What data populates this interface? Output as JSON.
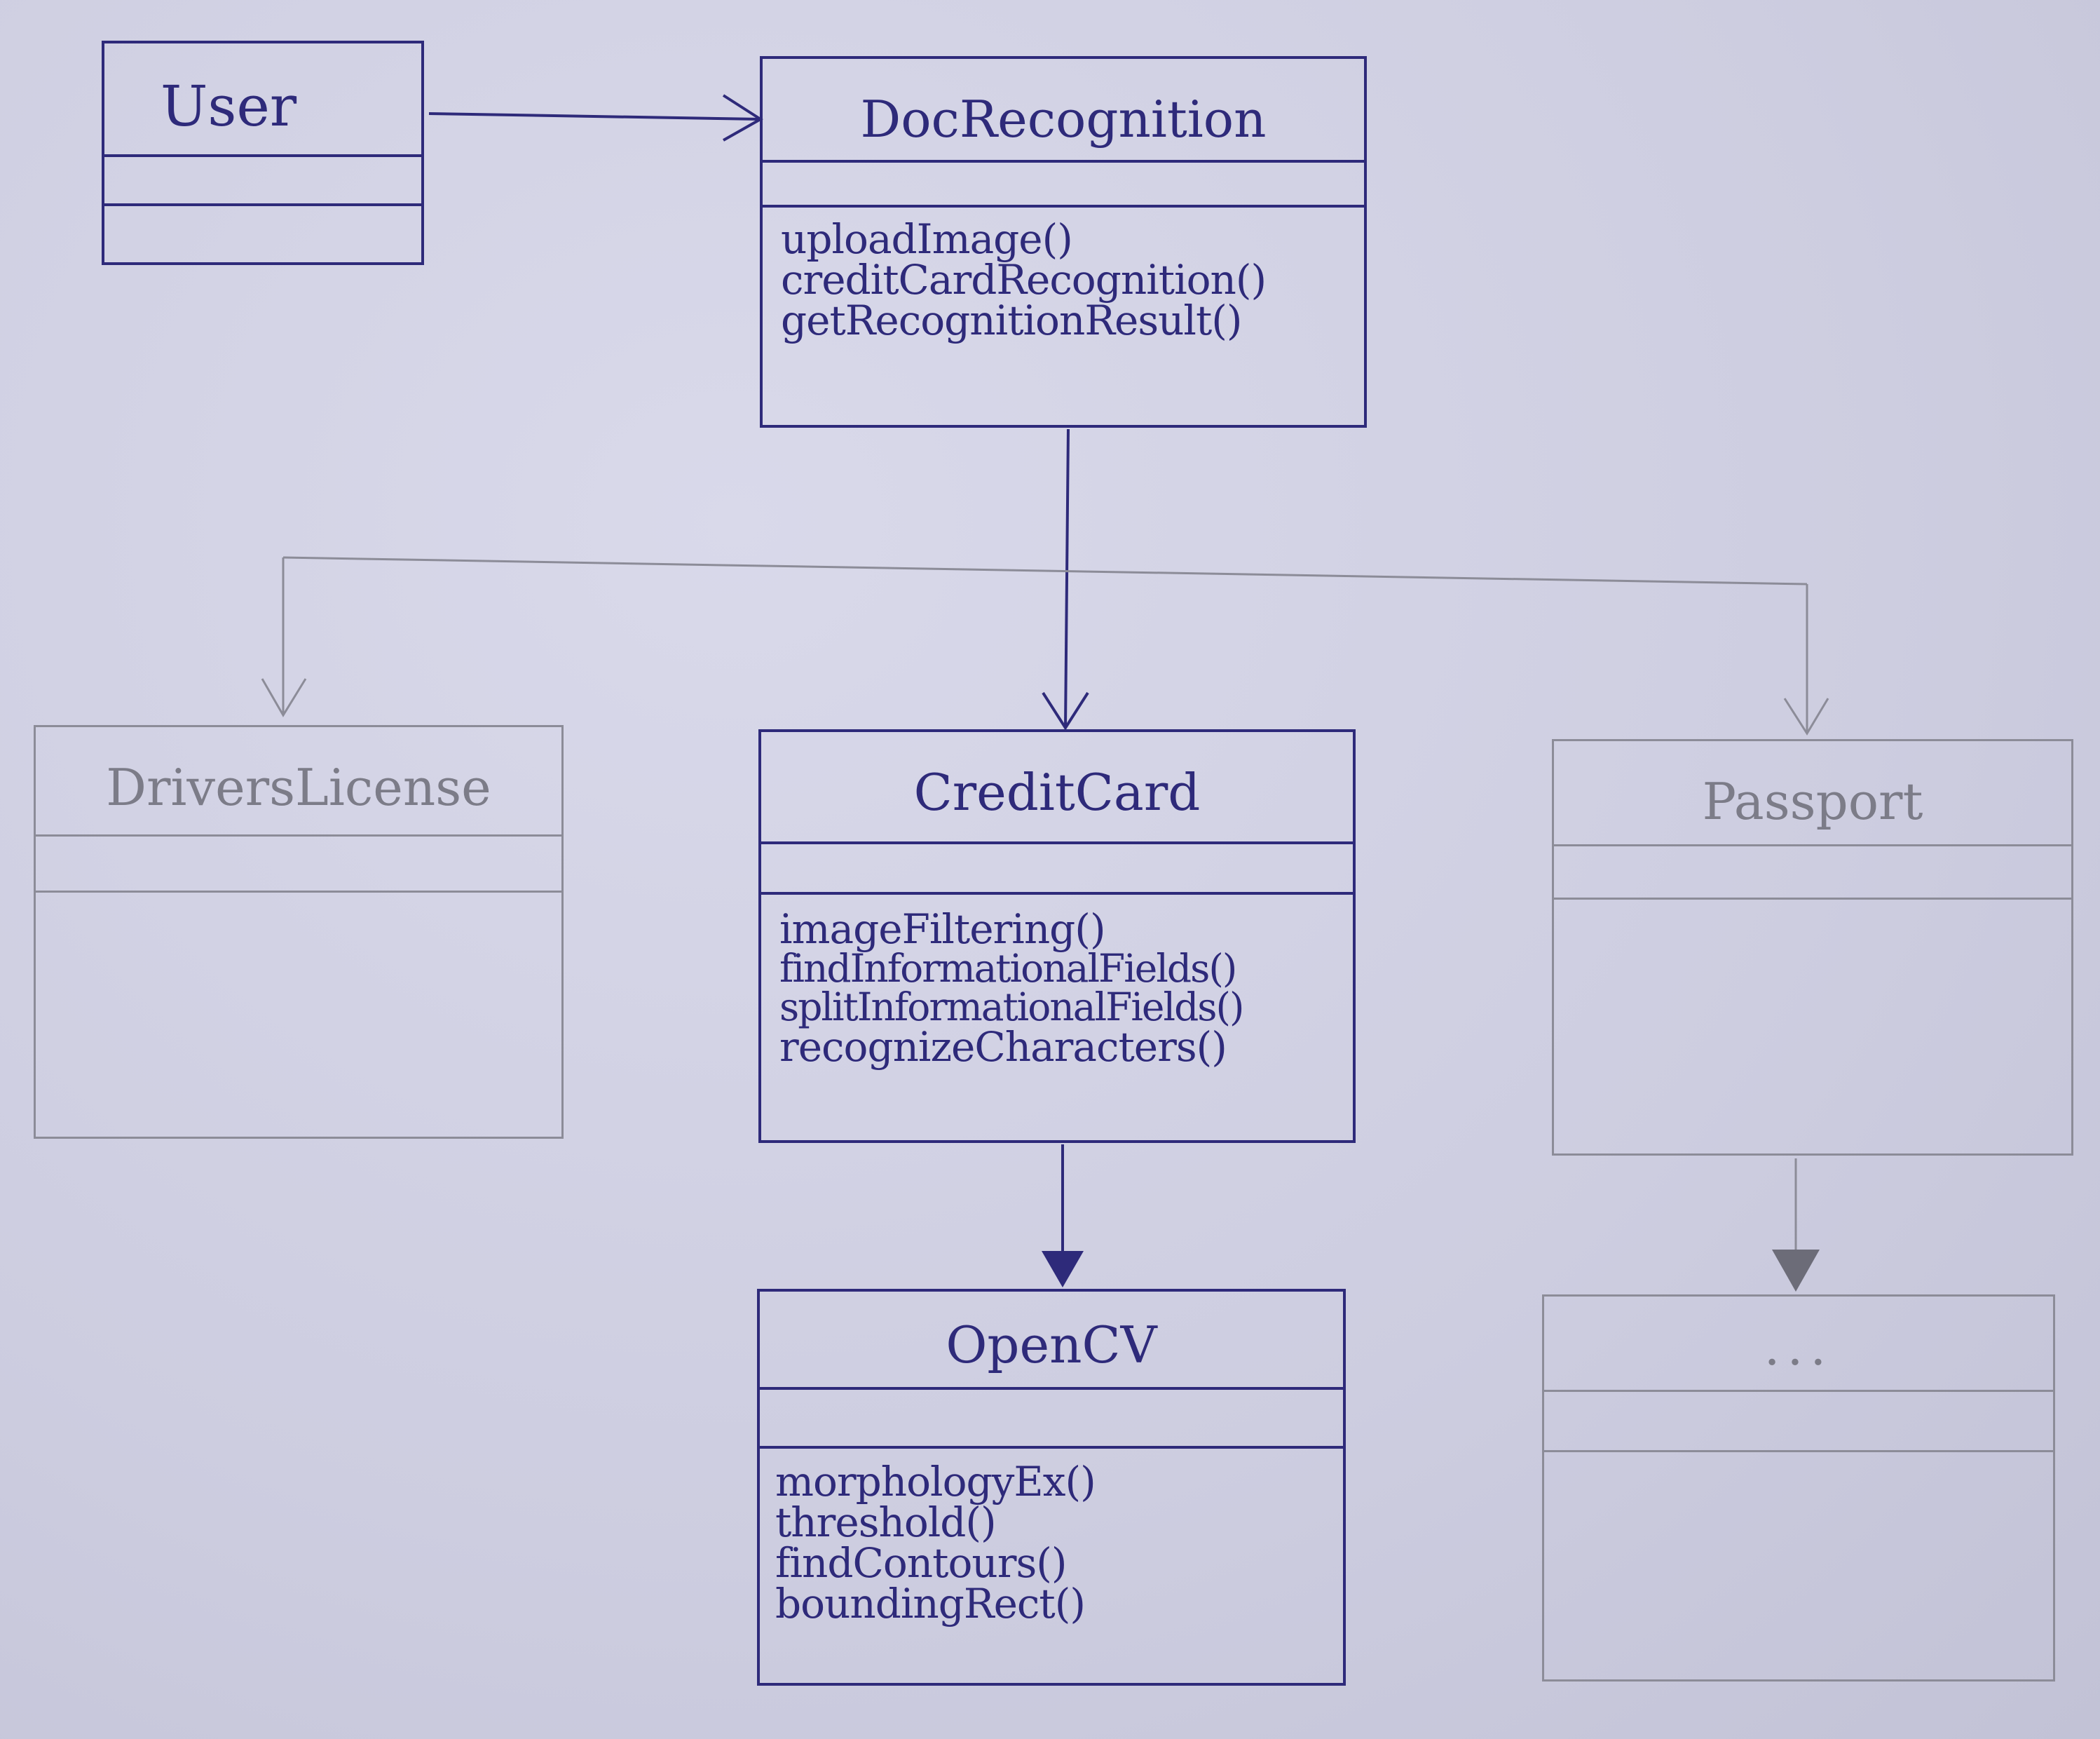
{
  "classes": {
    "user": {
      "name": "User"
    },
    "doc_recognition": {
      "name": "DocRecognition",
      "methods": [
        "uploadImage()",
        "creditCardRecognition()",
        "getRecognitionResult()"
      ]
    },
    "drivers_license": {
      "name": "DriversLicense"
    },
    "credit_card": {
      "name": "CreditCard",
      "methods": [
        "imageFiltering()",
        "findInformationalFields()",
        "splitInformationalFields()",
        "recognizeCharacters()"
      ]
    },
    "passport": {
      "name": "Passport"
    },
    "opencv": {
      "name": "OpenCV",
      "methods": [
        "morphologyEx()",
        "threshold()",
        "findContours()",
        "boundingRect()"
      ]
    },
    "unknown": {
      "name": "..."
    }
  },
  "colors": {
    "ink": "#2e2a7a",
    "pencil": "#8c8c98",
    "paper": "#cfcfe0"
  }
}
